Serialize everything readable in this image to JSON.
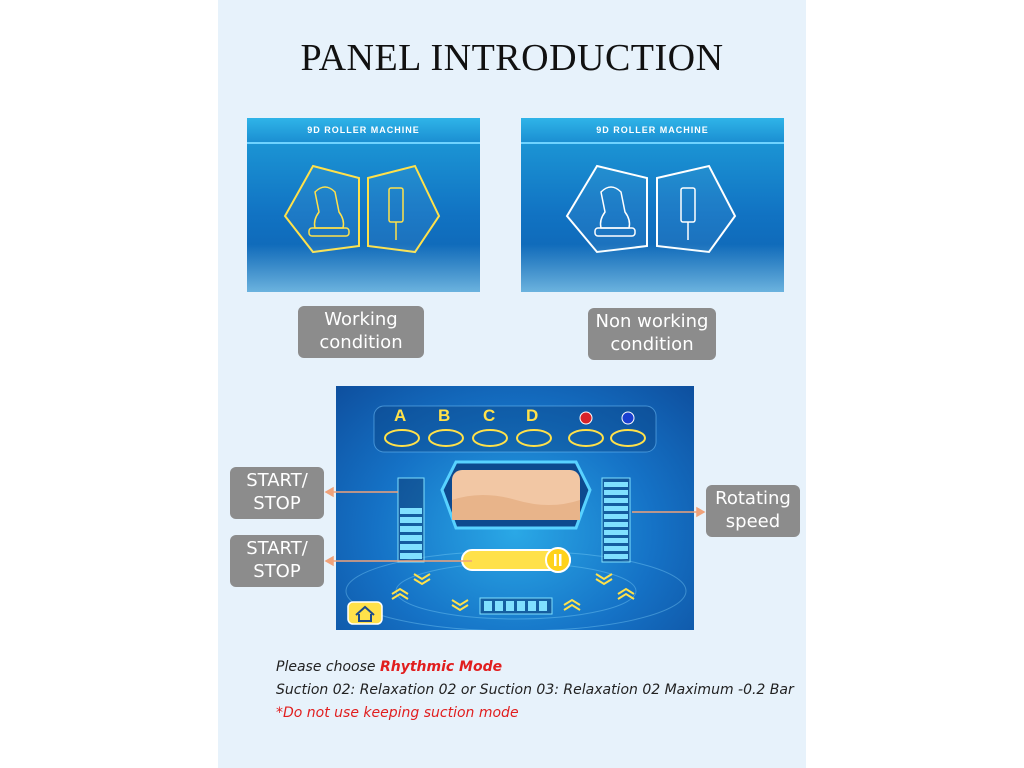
{
  "title": "PANEL INTRODUCTION",
  "screens": {
    "left": {
      "header": "9D ROLLER MACHINE",
      "caption": [
        "Working",
        "condition"
      ]
    },
    "right": {
      "header": "9D ROLLER MACHINE",
      "caption": [
        "Non working",
        "condition"
      ]
    }
  },
  "panel": {
    "modes": [
      "A",
      "B",
      "C",
      "D"
    ],
    "callouts": {
      "start_stop_1": [
        "START/",
        "STOP"
      ],
      "start_stop_2": [
        "START/",
        "STOP"
      ],
      "rotating_speed": [
        "Rotating",
        "speed"
      ]
    }
  },
  "notes": {
    "line1_prefix": "Please choose ",
    "line1_highlight": "Rhythmic Mode",
    "line2": "Suction 02: Relaxation 02 or  Suction 03: Relaxation 02 Maximum -0.2 Bar",
    "line3": "*Do not use keeping suction mode"
  },
  "colors": {
    "background": "#e7f2fb",
    "callout_gray": "#8c8c8c",
    "arrow_orange": "#f0a27a",
    "warning_red": "#e11e1e",
    "mode_yellow": "#ffe14a"
  }
}
